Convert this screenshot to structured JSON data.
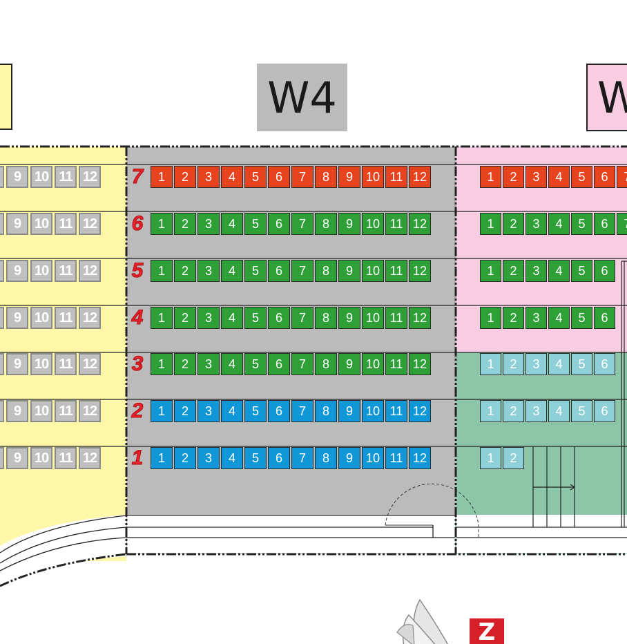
{
  "zones": {
    "center_label": "W4",
    "right_label": "W"
  },
  "colors": {
    "yellow_section": "#fff7a8",
    "gray_section": "#bbbbbc",
    "pink_section": "#f9cde1",
    "teal_section": "#8cc6a8",
    "red_seat": "#e8431f",
    "green_seat": "#2fa037",
    "blue_seat": "#0f97d8",
    "light_blue_seat": "#8fd0d8",
    "gray_seat": "#c0c0c0",
    "row_number": "#e8202a"
  },
  "seat_numbers": [
    "1",
    "2",
    "3",
    "4",
    "5",
    "6",
    "7",
    "8",
    "9",
    "10",
    "11",
    "12"
  ],
  "left_seat_numbers": [
    "9",
    "10",
    "11",
    "12"
  ],
  "rows": [
    {
      "number": "7",
      "center_color": "red",
      "right_color": "red"
    },
    {
      "number": "6",
      "center_color": "green",
      "right_color": "green"
    },
    {
      "number": "5",
      "center_color": "green",
      "right_color": "green"
    },
    {
      "number": "4",
      "center_color": "green",
      "right_color": "green"
    },
    {
      "number": "3",
      "center_color": "green",
      "right_color": "lightblue"
    },
    {
      "number": "2",
      "center_color": "blue",
      "right_color": "lightblue"
    },
    {
      "number": "1",
      "center_color": "blue",
      "right_color": "lightblue"
    }
  ],
  "logo": {
    "text": "Z",
    "color": "#d62027"
  }
}
